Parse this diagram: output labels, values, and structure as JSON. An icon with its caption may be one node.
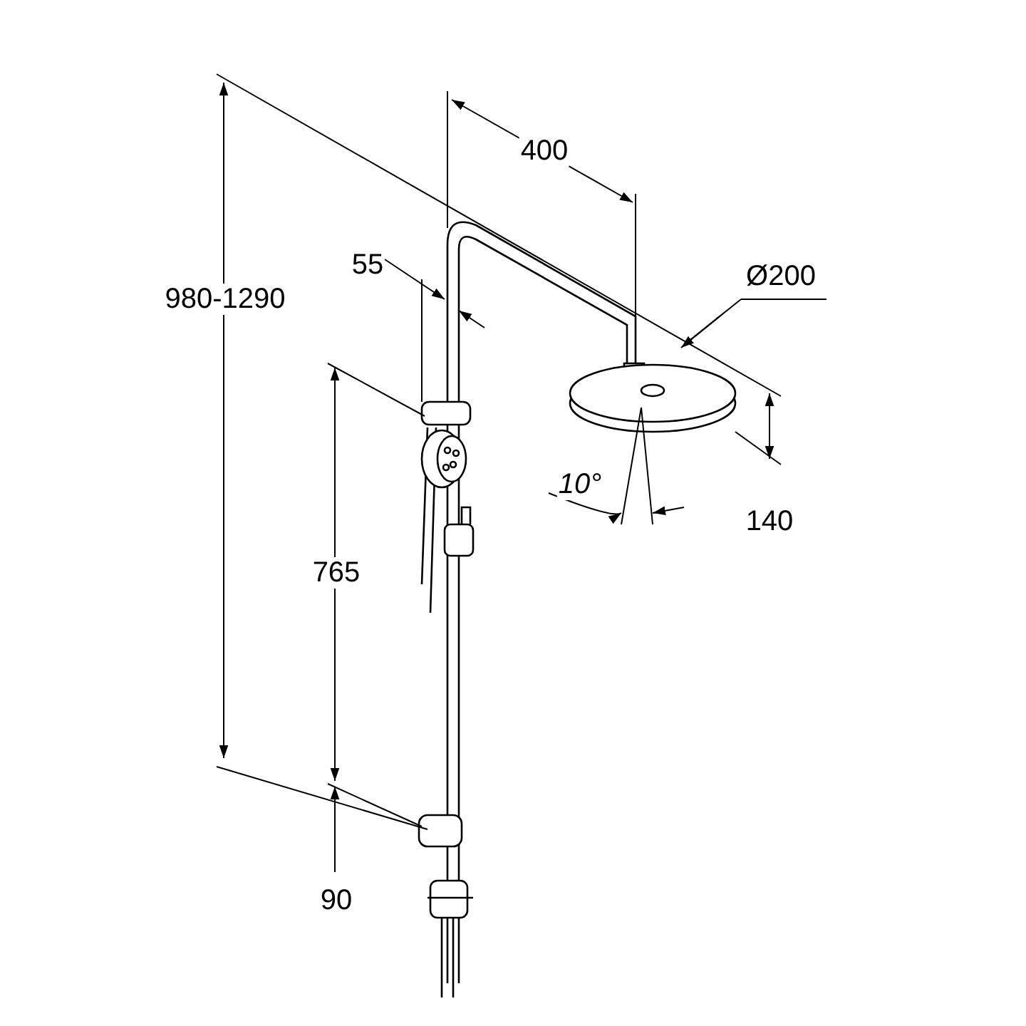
{
  "diagram": {
    "labels": [
      "400",
      "55",
      "Ø200",
      "980-1290",
      "10°",
      "140",
      "765",
      "90"
    ]
  }
}
